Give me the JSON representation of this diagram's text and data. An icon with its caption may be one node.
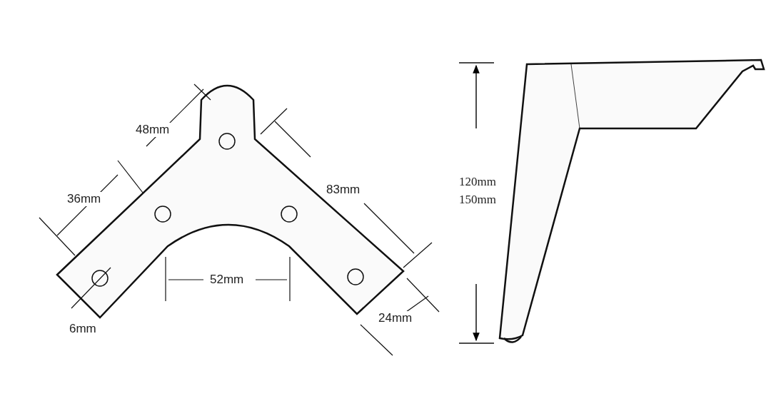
{
  "diagram": {
    "labels": [
      "48mm",
      "36mm",
      "83mm",
      "52mm",
      "6mm",
      "24mm",
      "120mm",
      "150mm"
    ]
  }
}
